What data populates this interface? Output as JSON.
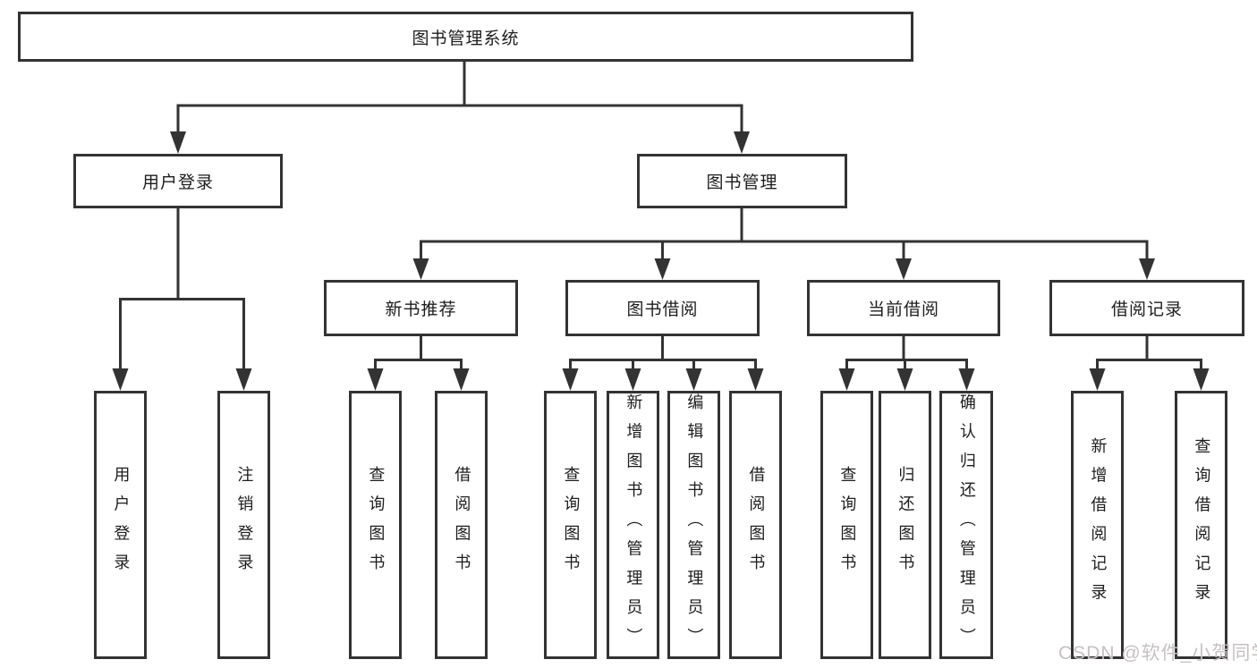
{
  "tree": {
    "label": "图书管理系统",
    "children": [
      {
        "label": "用户登录",
        "children": [
          {
            "label": "用户登录"
          },
          {
            "label": "注销登录"
          }
        ]
      },
      {
        "label": "图书管理",
        "children": [
          {
            "label": "新书推荐",
            "children": [
              {
                "label": "查询图书"
              },
              {
                "label": "借阅图书"
              }
            ]
          },
          {
            "label": "图书借阅",
            "children": [
              {
                "label": "查询图书"
              },
              {
                "label": "新增图书（管理员）"
              },
              {
                "label": "编辑图书（管理员）"
              },
              {
                "label": "借阅图书"
              }
            ]
          },
          {
            "label": "当前借阅",
            "children": [
              {
                "label": "查询图书"
              },
              {
                "label": "归还图书"
              },
              {
                "label": "确认归还（管理员）"
              }
            ]
          },
          {
            "label": "借阅记录",
            "children": [
              {
                "label": "新增借阅记录"
              },
              {
                "label": "查询借阅记录"
              }
            ]
          }
        ]
      }
    ]
  },
  "watermark": {
    "text": "CSDN @软件_小贺同学"
  },
  "colors": {
    "line": "#333333",
    "text": "#1d1d1d",
    "background": "#ffffff",
    "watermark": "#c7c1c1"
  }
}
